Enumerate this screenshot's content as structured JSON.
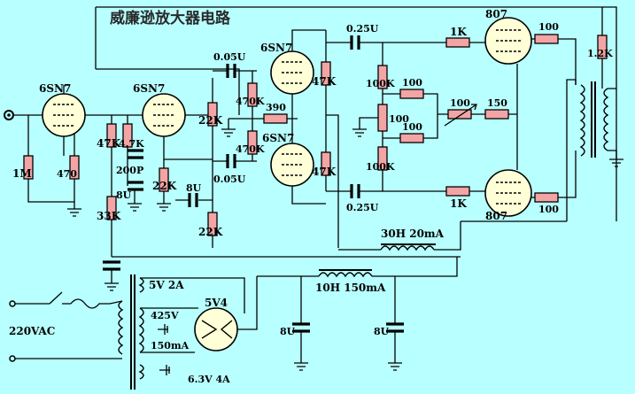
{
  "title": "威廉逊放大器电路",
  "labels": {
    "tube_v1": "6SN7",
    "tube_v2": "6SN7",
    "tube_v3a": "6SN7",
    "tube_v3b": "6SN7",
    "tube_out_a": "807",
    "tube_out_b": "807",
    "rectifier": "5V4",
    "r_1m": "1M",
    "r_470": "470",
    "r_47k_a": "47K",
    "r_33k": "33K",
    "r_4k7": "4.7K",
    "c_200p": "200P",
    "c_8u_a": "8U",
    "r_22k_a": "22K",
    "r_22k_b": "22K",
    "r_22k_c": "22K",
    "c_8u_b": "8U",
    "c_005u_a": "0.05U",
    "c_005u_b": "0.05U",
    "r_470k_a": "470K",
    "r_470k_b": "470K",
    "r_390": "390",
    "r_47k_b": "47K",
    "r_47k_c": "47K",
    "c_025u_a": "0.25U",
    "c_025u_b": "0.25U",
    "r_100k_a": "100K",
    "r_100k_b": "100K",
    "r_100_pot": "100",
    "r_100_a": "100",
    "r_100_b": "100",
    "r_100_var": "100",
    "r_150": "150",
    "r_1k_a": "1K",
    "r_1k_b": "1K",
    "r_100_g1": "100",
    "r_100_g2": "100",
    "r_1k2": "1.2K",
    "choke_30h": "30H  20mA",
    "choke_10h": "10H  150mA",
    "tap_5v": "5V 2A",
    "tap_425v": "425V",
    "tap_150ma": "150mA",
    "tap_63v": "6.3V 4A",
    "mains": "220VAC",
    "c_8u_c": "8U",
    "c_8u_d": "8U"
  }
}
